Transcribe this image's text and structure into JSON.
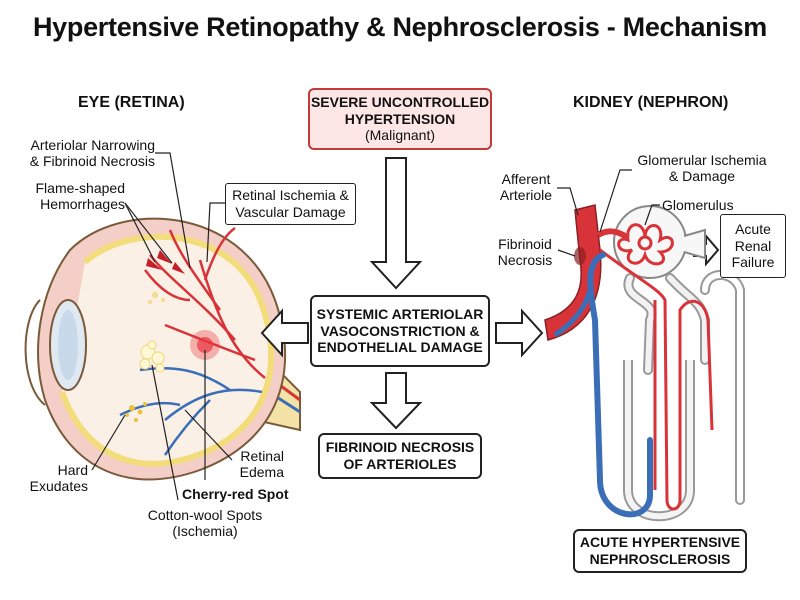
{
  "title": "Hypertensive Retinopathy & Nephrosclerosis - Mechanism",
  "eye": {
    "heading": "EYE (RETINA)",
    "labels": {
      "arteriolar_narrowing_1": "Arteriolar Narrowing",
      "arteriolar_narrowing_2": "& Fibrinoid Necrosis",
      "flame_1": "Flame-shaped",
      "flame_2": "Hemorrhages",
      "ischemia_1": "Retinal Ischemia &",
      "ischemia_2": "Vascular Damage",
      "hard_1": "Hard",
      "hard_2": "Exudates",
      "edema_1": "Retinal",
      "edema_2": "Edema",
      "cherry": "Cherry-red Spot",
      "cotton_1": "Cotton-wool Spots",
      "cotton_2": "(Ischemia)"
    }
  },
  "kidney": {
    "heading": "KIDNEY (NEPHRON)",
    "labels": {
      "afferent_1": "Afferent",
      "afferent_2": "Arteriole",
      "glom_isch_1": "Glomerular Ischemia",
      "glom_isch_2": "& Damage",
      "glomerulus": "Glomerulus",
      "fibrinoid_1": "Fibrinoid",
      "fibrinoid_2": "Necrosis",
      "arf_1": "Acute",
      "arf_2": "Renal",
      "arf_3": "Failure"
    },
    "result_1": "ACUTE HYPERTENSIVE",
    "result_2": "NEPHROSCLEROSIS"
  },
  "center": {
    "top_1": "SEVERE UNCONTROLLED",
    "top_2": "HYPERTENSION",
    "top_3": "(Malignant)",
    "mid_1": "SYSTEMIC ARTERIOLAR",
    "mid_2": "VASOCONSTRICTION &",
    "mid_3": "ENDOTHELIAL DAMAGE",
    "bottom_1": "FIBRINOID NECROSIS",
    "bottom_2": "OF ARTERIOLES"
  },
  "colors": {
    "artery_red": "#d9333a",
    "vein_blue": "#3a6fb8",
    "hypertension_box_fill": "#fde6e6",
    "hypertension_box_border": "#c43a3a",
    "retina_yellow": "#f3dc7a",
    "sclera_pink": "#f4cfc8"
  }
}
